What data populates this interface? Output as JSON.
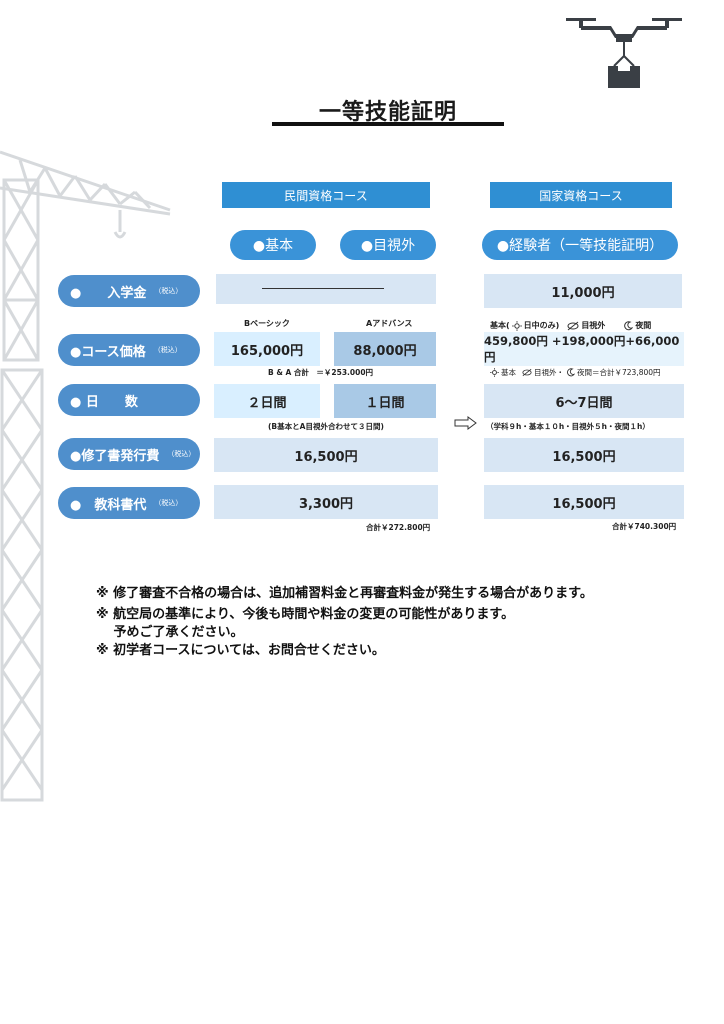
{
  "title": "一等技能証明",
  "courses": {
    "private": {
      "header": "民間資格コース",
      "pill_basic": "●基本",
      "pill_visual": "●目視外"
    },
    "national": {
      "header": "国家資格コース",
      "pill_experienced": "●経験者（一等技能証明）"
    }
  },
  "rows": {
    "admission": {
      "label": "●　　入学金",
      "tax": "（税込）",
      "private_value": "",
      "national_value": "11,000円"
    },
    "course_price": {
      "label": "●コース価格",
      "tax": "（税込）",
      "basic_head": "Bベーシック",
      "advance_head": "Aアドバンス",
      "basic_value": "165,000円",
      "advance_value": "88,000円",
      "ba_total": "B & A 合計　＝￥253.000円",
      "national_head_basic": "基本(",
      "national_head_day": "日中のみ)",
      "national_head_visual": "目視外",
      "national_head_night": "夜間",
      "national_value": "459,800円 +198,000円+66,000円",
      "national_total_basic": "基本",
      "national_total_visual": "目視外・",
      "national_total_night": "夜間＝合計￥723,800円"
    },
    "days": {
      "label": "●  日　　数",
      "basic_value": "２日間",
      "advance_value": "１日間",
      "private_note": "(B基本とA目視外合わせて３日間)",
      "national_value": "6〜7日間",
      "national_note": "（学科９h・基本１０h・目視外５h・夜間１h）"
    },
    "certificate": {
      "label": "●修了書発行費",
      "tax": "（税込）",
      "private_value": "16,500円",
      "national_value": "16,500円"
    },
    "textbook": {
      "label": "●　教科書代",
      "tax": "（税込）",
      "private_value": "3,300円",
      "national_value": "16,500円"
    }
  },
  "totals": {
    "private": "合計￥272.800円",
    "national": "合計￥740.300円"
  },
  "notes": [
    "※ 修了審査不合格の場合は、追加補習料金と再審査料金が発生する場合があります。",
    "※ 航空局の基準により、今後も時間や料金の変更の可能性があります。",
    "　 予めご了承ください。",
    "※ 初学者コースについては、お問合せください。"
  ],
  "colors": {
    "header_blue": "#2f8fd3",
    "pill_blue": "#3a93d8",
    "label_blue": "#4f8fcc",
    "cell_bg": "#d8e6f4",
    "crane_gray": "#d9dcdf"
  },
  "icons": {
    "crane": "crane-illustration",
    "drone": "drone-with-package-icon",
    "sun": "sun-icon",
    "eye_off": "eye-slash-icon",
    "moon": "moon-icon",
    "arrow": "right-arrow-icon"
  }
}
